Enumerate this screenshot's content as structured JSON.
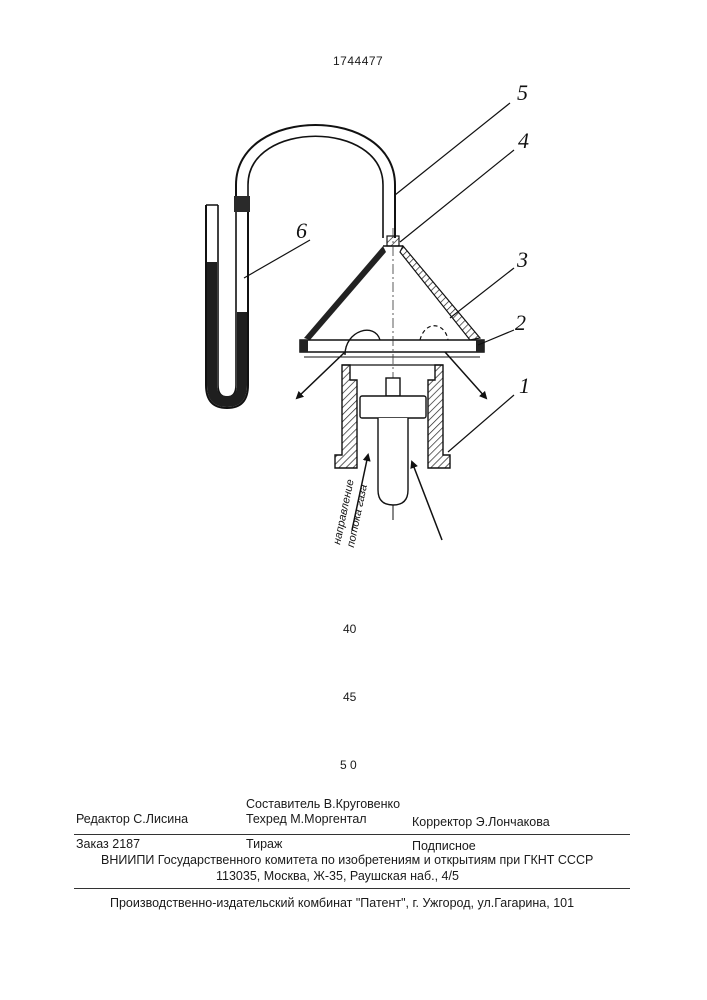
{
  "patent_number": "1744477",
  "figure_labels": {
    "l1": "1",
    "l2": "2",
    "l3": "3",
    "l4": "4",
    "l5": "5",
    "l6": "6"
  },
  "flow_caption": {
    "line1": "направление",
    "line2": "потока газа"
  },
  "margin_line_numbers": [
    "40",
    "45",
    "5 0"
  ],
  "credits": {
    "compiler": "Составитель В.Круговенко",
    "editor": "Редактор С.Лисина",
    "techred": "Техред М.Моргентал",
    "corrector": "Корректор Э.Лончакова"
  },
  "imprint": {
    "order": "Заказ 2187",
    "circulation": "Тираж",
    "subscription": "Подписное",
    "organization": "ВНИИПИ Государственного комитета по изобретениям и открытиям при ГКНТ СССР",
    "address": "113035, Москва, Ж-35, Раушская наб., 4/5",
    "publisher": "Производственно-издательский комбинат \"Патент\", г. Ужгород, ул.Гагарина, 101"
  }
}
